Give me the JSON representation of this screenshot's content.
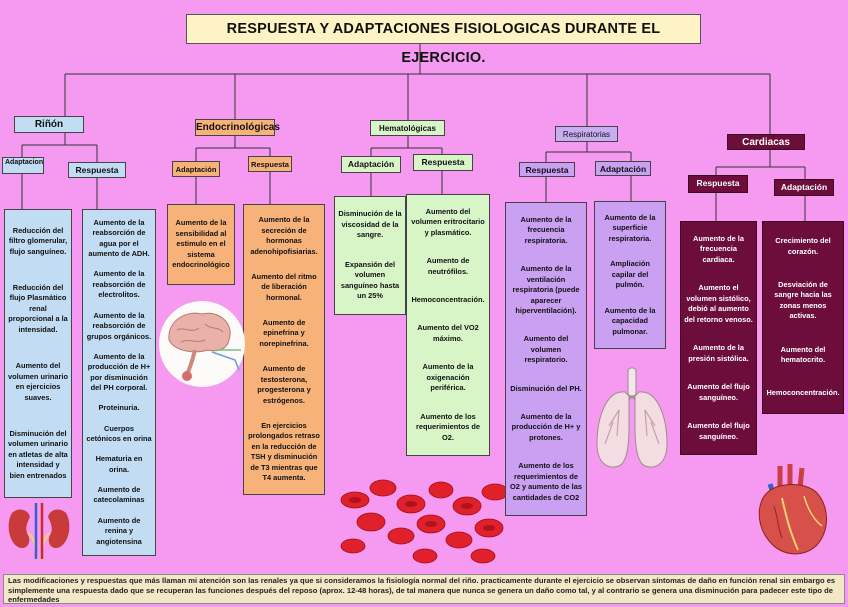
{
  "title": "RESPUESTA Y ADAPTACIONES FISIOLOGICAS DURANTE EL EJERCICIO.",
  "categories": {
    "rinon": {
      "label": "Riñón",
      "adaptacion_label": "Adaptaciones",
      "respuesta_label": "Respuesta",
      "adaptacion_items": [
        "Reducción del filtro glomerular, flujo sanguíneo.",
        "Reducción del flujo Plasmático renal proporcional a la intensidad.",
        "Aumento del volumen urinario en ejercicios suaves.",
        "Disminución del volumen urinario en atletas de alta intensidad y bien entrenados"
      ],
      "respuesta_items": [
        "Aumento de la reabsorción de agua por el aumento de ADH.",
        "Aumento de la reabsorción de electrolitos.",
        "Aumento de la reabsorción de grupos orgánicos.",
        "Aumento de la producción de H+ por disminución del PH corporal.",
        "Proteinuria.",
        "Cuerpos cetónicos en orina",
        "Hematuria en orina.",
        "Aumento de catecolaminas",
        "Aumento de renina y angiotensina"
      ]
    },
    "endocrino": {
      "label": "Endocrinológicas",
      "adaptacion_label": "Adaptación",
      "respuesta_label": "Respuesta",
      "adaptacion_items": [
        "Aumento de la sensibilidad al estimulo en el sistema endocrinológico"
      ],
      "respuesta_items": [
        "Aumento de la secreción de hormonas adenohipofisiarias.",
        "Aumento del ritmo de liberación hormonal.",
        "Aumento de epinefrina y norepinefrina.",
        "Aumento de testosterona, progesterona y estrógenos.",
        "En ejercicios prolongados retraso en la reducción de TSH y disminución de T3 mientras que T4 aumenta."
      ]
    },
    "hemato": {
      "label": "Hematológicas",
      "adaptacion_label": "Adaptación",
      "respuesta_label": "Respuesta",
      "adaptacion_items": [
        "Disminución de la viscosidad de la sangre.",
        "Expansión del volumen sanguíneo hasta un 25%"
      ],
      "respuesta_items": [
        "Aumento del volumen eritrocitario y plasmático.",
        "Aumento de neutrófilos.",
        "Hemoconcentración.",
        "Aumento del VO2 máximo.",
        "Aumento de la oxigenación periférica.",
        "Aumento de los requerimientos de O2."
      ]
    },
    "resp": {
      "label": "Respiratorias",
      "respuesta_label": "Respuesta",
      "adaptacion_label": "Adaptación",
      "respuesta_items": [
        "Aumento de la frecuencia respiratoria.",
        "Aumento de la ventilación respiratoria (puede aparecer hiperventilación).",
        "Aumento del volumen respiratorio.",
        "Disminución del PH.",
        "Aumento de la producción de H+ y protones.",
        "Aumento de los requerimientos de O2 y aumento de las cantidades de CO2"
      ],
      "adaptacion_items": [
        "Aumento de la superficie respiratoria.",
        "Ampliación capilar del pulmón.",
        "Aumento de la capacidad pulmonar."
      ]
    },
    "card": {
      "label": "Cardiacas",
      "respuesta_label": "Respuesta",
      "adaptacion_label": "Adaptación",
      "respuesta_items": [
        "Aumento de la frecuencia cardiaca.",
        "Aumento el volumen sistólico, debió al aumento del retorno venoso.",
        "Aumento de la presión sistólica.",
        "Aumento del flujo sanguíneo.",
        "Aumento del flujo sanguíneo."
      ],
      "adaptacion_items": [
        "Crecimiento del corazón.",
        "Desviación de sangre hacia las zonas menos activas.",
        "Aumento del hematocrito.",
        "Hemoconcentración."
      ]
    }
  },
  "footer": "Las modificaciones y respuestas que más llaman mi atención son las renales ya que si consideramos la fisiología normal del riño. practicamente durante el ejercicio se observan síntomas de daño en función renal sin embargo es simplemente una respuesta dado que se recuperan las funciones después del reposo (aprox. 12-48 horas), de tal manera que nunca se genera un daño como tal, y al contrario se genera una disminución para padecer este tipo de enfermedades"
}
